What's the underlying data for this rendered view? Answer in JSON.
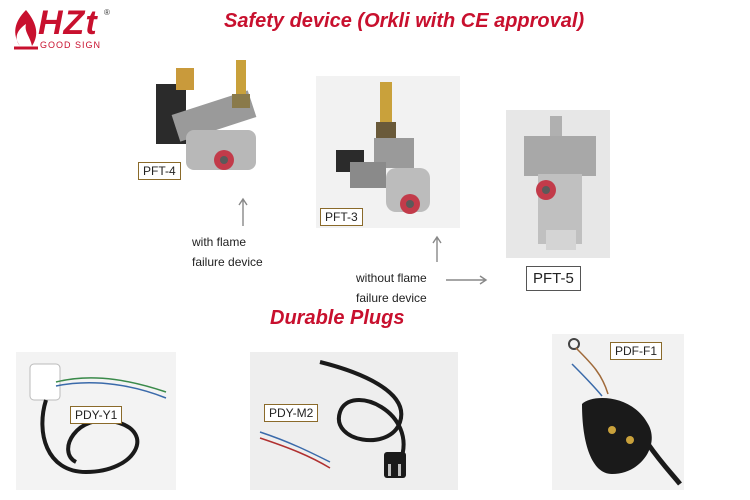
{
  "logo": {
    "brand": "HZt",
    "registered": "®",
    "tagline": "GOOD SIGN"
  },
  "headings": {
    "safety": "Safety device (Orkli with CE approval)",
    "plugs": "Durable Plugs"
  },
  "products": {
    "pft4": "PFT-4",
    "pft3": "PFT-3",
    "pft5": "PFT-5",
    "pdyy1": "PDY-Y1",
    "pdym2": "PDY-M2",
    "pdff1": "PDF-F1"
  },
  "notes": {
    "with_flame_line1": "with flame",
    "with_flame_line2": "failure device",
    "without_flame_line1": "without flame",
    "without_flame_line2": "failure device"
  },
  "colors": {
    "brand_red": "#c8102e"
  }
}
